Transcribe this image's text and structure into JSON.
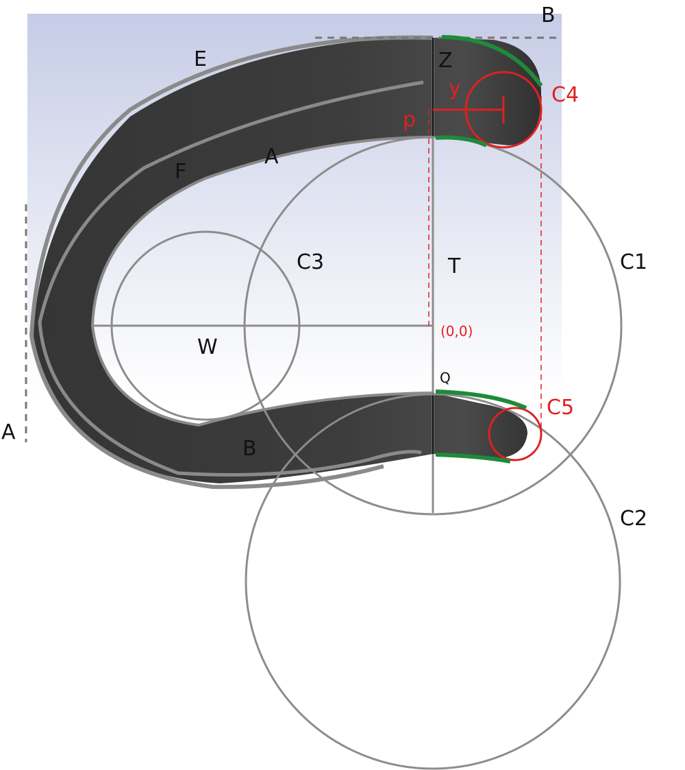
{
  "diagram": {
    "labels": {
      "e": "E",
      "f": "F",
      "a_inner": "A",
      "a_side": "A",
      "b_top": "B",
      "b_inner": "B",
      "z": "Z",
      "y": "y",
      "p": "p",
      "t": "T",
      "w": "W",
      "q": "Q",
      "origin": "(0,0)",
      "c1": "C1",
      "c2": "C2",
      "c3": "C3",
      "c4": "C4",
      "c5": "C5"
    },
    "colors": {
      "body": "#3b3b3b",
      "edge": "#8a8a8a",
      "construction": "#8c8c8c",
      "highlight_green": "#1f8a3a",
      "annotation_red": "#e02020",
      "label_black": "#111111",
      "backdrop_top": "#c9cfe6",
      "backdrop_bottom": "#ffffff"
    }
  }
}
